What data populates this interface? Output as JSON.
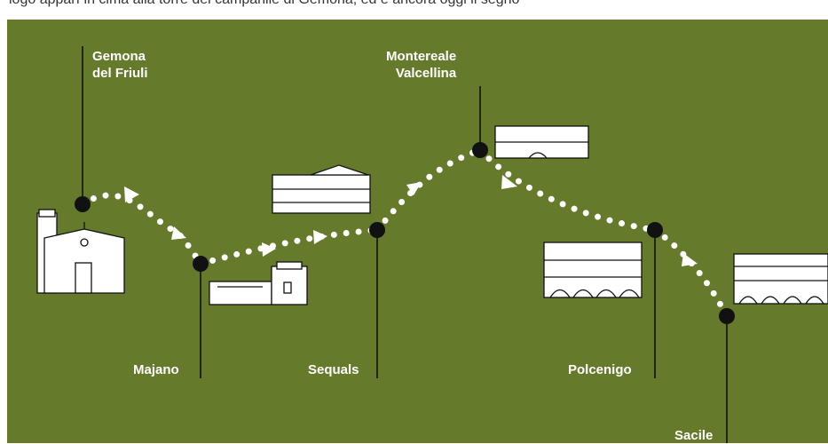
{
  "header": {
    "clipped_text": "logo apparì in cima alla torre del campanile di Gemona, ed è ancora oggi il segno"
  },
  "towns": [
    {
      "id": "gemona",
      "lines": [
        "Gemona",
        "del Friuli"
      ]
    },
    {
      "id": "majano",
      "lines": [
        "Majano"
      ]
    },
    {
      "id": "sequals",
      "lines": [
        "Sequals"
      ]
    },
    {
      "id": "montereale",
      "lines": [
        "Montereale",
        "Valcellina"
      ]
    },
    {
      "id": "polcenigo",
      "lines": [
        "Polcenigo"
      ]
    },
    {
      "id": "sacile",
      "lines": [
        "Sacile"
      ]
    }
  ],
  "colors": {
    "background": "#667a2c",
    "route_dots": "#ffffff",
    "markers": "#111111",
    "labels": "#ffffff"
  }
}
